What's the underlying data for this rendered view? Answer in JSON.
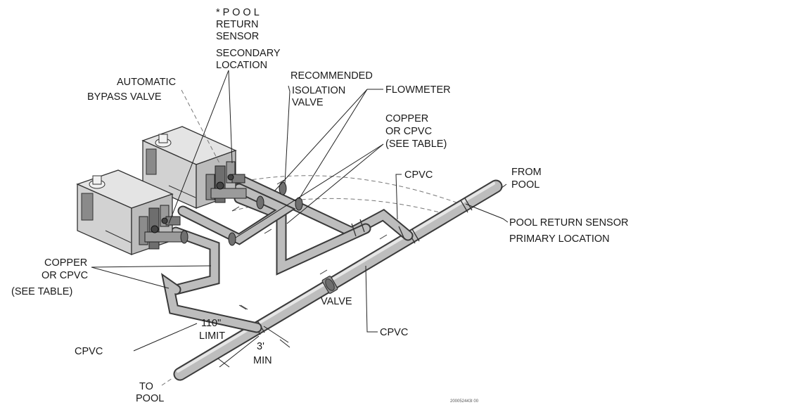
{
  "labels": {
    "pool_return_sensor_secondary": [
      "* P O O L",
      "RETURN",
      "SENSOR",
      "SECONDARY",
      "LOCATION"
    ],
    "automatic_bypass_valve": [
      "AUTOMATIC",
      "BYPASS VALVE"
    ],
    "recommended_isolation_valve": [
      "RECOMMENDED",
      "ISOLATION",
      "VALVE"
    ],
    "flowmeter": "FLOWMETER",
    "copper_or_cpvc_right": [
      "COPPER",
      "OR CPVC",
      "(SEE TABLE)"
    ],
    "cpvc_top": "CPVC",
    "from_pool": [
      "FROM",
      "POOL"
    ],
    "pool_return_sensor_primary": [
      "POOL RETURN SENSOR",
      "PRIMARY LOCATION"
    ],
    "copper_or_cpvc_left": [
      "COPPER",
      "OR CPVC",
      "(SEE TABLE)"
    ],
    "valve": "VALVE",
    "limit_110": [
      "110\"",
      "LIMIT"
    ],
    "min_3": [
      "3'",
      "MIN"
    ],
    "cpvc_bottom_left": "CPVC",
    "cpvc_bottom_right": "CPVC",
    "to_pool": [
      "TO",
      "POOL"
    ],
    "drawing_number": "200052443I 00"
  },
  "components": {
    "heaters": [
      "heater-front",
      "heater-rear"
    ],
    "main_pipe": "cpvc-main-line"
  }
}
